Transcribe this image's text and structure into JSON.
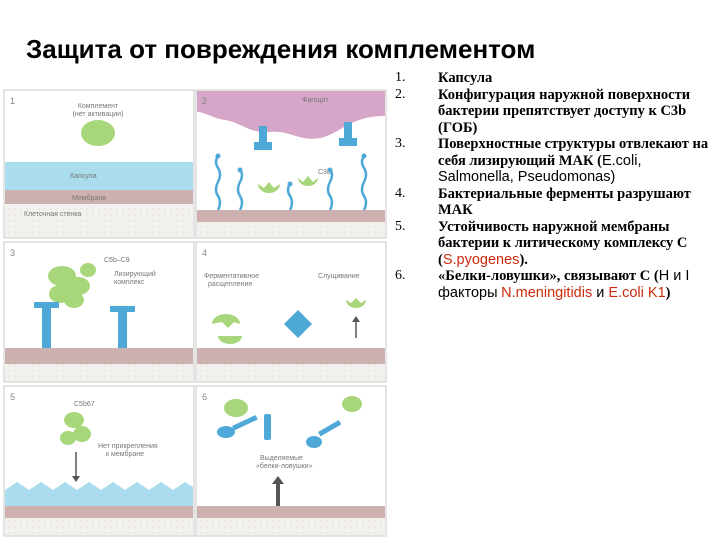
{
  "slide": {
    "title": "Защита от повреждения комплементом"
  },
  "figure": {
    "panels": [
      {
        "number": "1",
        "labels": {
          "complement": "Комплемент",
          "complement_sub": "(нет активации)",
          "capsule": "Капсула",
          "membrane": "Мембрана",
          "cell_wall": "Клеточная стенка"
        }
      },
      {
        "number": "2",
        "labels": {
          "phagocyte": "Фагоцит",
          "c3b": "C3b"
        }
      },
      {
        "number": "3",
        "labels": {
          "c5b": "C5b–C9",
          "lytic1": "Лизирующий",
          "lytic2": "комплекс"
        }
      },
      {
        "number": "4",
        "labels": {
          "enzymatic1": "Ферментативное",
          "enzymatic2": "расщепление",
          "shedding": "Слущивание"
        }
      },
      {
        "number": "5",
        "labels": {
          "c5b67": "C5b67",
          "noattach1": "Нет прикрепления",
          "noattach2": "к мембране"
        }
      },
      {
        "number": "6",
        "labels": {
          "traps1": "Выделяемые",
          "traps2": "«белки-ловушки»"
        }
      }
    ]
  },
  "list": {
    "items": [
      {
        "num": "1.",
        "text": "Капсула"
      },
      {
        "num": "2.",
        "text": "Конфигурация наружной поверхности бактерии препятствует доступу к С3b (ГОБ)"
      },
      {
        "num": "3.",
        "text": "Поверхностные структуры отвлекают на себя лизирующий МАК (",
        "sp1": "E.coli, Salmonella, Pseudomonas",
        "end": ")"
      },
      {
        "num": "4.",
        "text": "Бактериальные ферменты разрушают МАК"
      },
      {
        "num": "5.",
        "text": "Устойчивость наружной мембраны бактерии к литическому комплексу С (",
        "sp": "S.pyogenes",
        "end": ")."
      },
      {
        "num": "6.",
        "text": "«Белки-ловушки», связывают С (",
        "hl": "Н и I факторы",
        "sp1": "N.meningitidis",
        "and": " и ",
        "sp2": "E.coli K1",
        "end": ")"
      }
    ]
  },
  "colors": {
    "red_text": "#cc2a0c",
    "capsule": "#a9dcec",
    "membrane": "#cdb0b0",
    "protein": "#a8d67a",
    "receptor": "#4ea8d8",
    "phagocyte": "#d6a6c9"
  }
}
